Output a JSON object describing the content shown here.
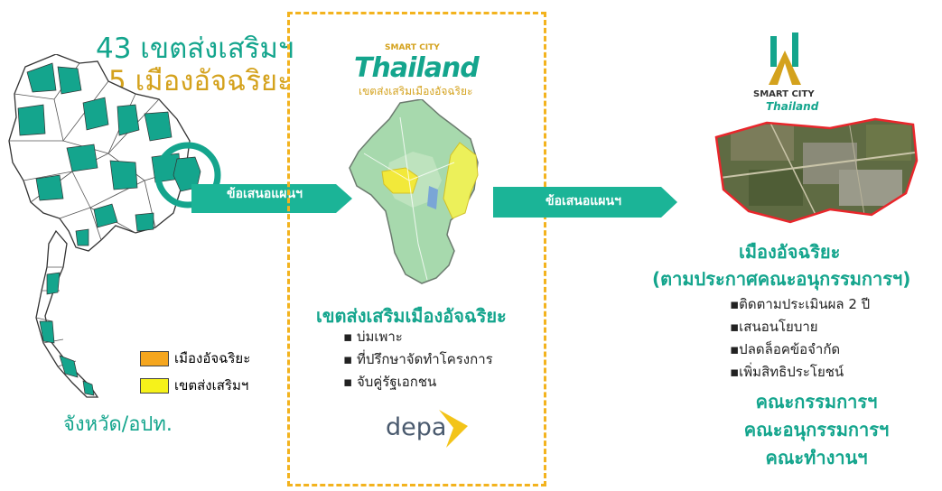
{
  "left": {
    "count_zones": "43 เขตส่งเสริมฯ",
    "count_cities": "5 เมืองอัจฉริยะ",
    "legend": [
      {
        "label": "เมืองอัจฉริยะ",
        "color": "#f5a61e"
      },
      {
        "label": "เขตส่งเสริมฯ",
        "color": "#f6f21a"
      }
    ],
    "province_label": "จังหวัด/อปท."
  },
  "arrows": {
    "left_label": "ข้อเสนอแผนฯ",
    "right_label": "ข้อเสนอแผนฯ"
  },
  "center": {
    "logo_small": "SMART CITY",
    "logo_main": "Thailand",
    "logo_sub": "เขตส่งเสริมเมืองอัจฉริยะ",
    "heading": "เขตส่งเสริมเมืองอัจฉริยะ",
    "bullets": [
      "บ่มเพาะ",
      "ที่ปรึกษาจัดทำโครงการ",
      "จับคู่รัฐเอกชน"
    ],
    "depa_logo": "depa"
  },
  "right": {
    "logo_small": "SMART CITY",
    "logo_main": "Thailand",
    "title_line1": "เมืองอัจฉริยะ",
    "title_line2": "(ตามประกาศคณะอนุกรรมการฯ)",
    "bullets": [
      "ติดตามประเมินผล 2 ปี",
      "เสนอนโยบาย",
      "ปลดล็อคข้อจำกัด",
      "เพิ่มสิทธิประโยชน์"
    ],
    "committees": [
      "คณะกรรมการฯ",
      "คณะอนุกรรมการฯ",
      "คณะทำงานฯ"
    ]
  },
  "colors": {
    "teal": "#14a58d",
    "gold": "#d4a21d",
    "dashed_border": "#f3b31e",
    "arrow": "#1bb497"
  }
}
